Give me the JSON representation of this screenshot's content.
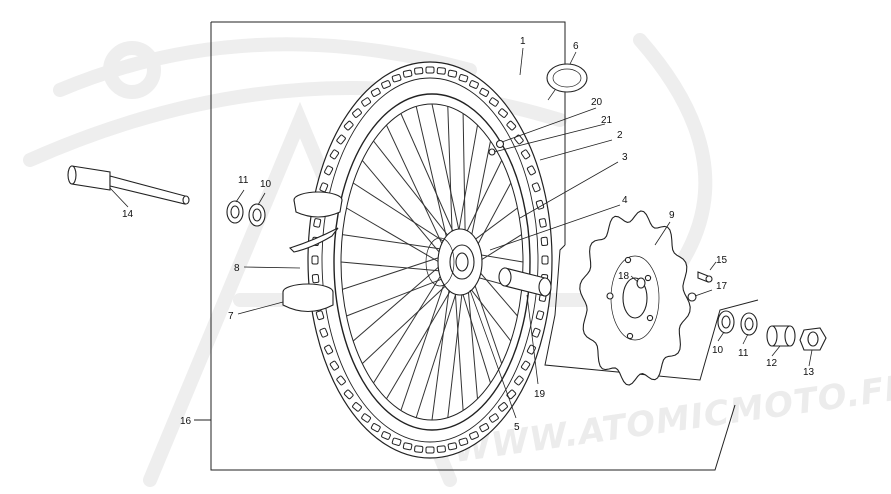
{
  "watermark": {
    "text": "WWW.ATOMICMOTO.FR"
  },
  "callouts": [
    {
      "id": "1",
      "label": "1"
    },
    {
      "id": "2",
      "label": "2"
    },
    {
      "id": "3",
      "label": "3"
    },
    {
      "id": "4",
      "label": "4"
    },
    {
      "id": "5",
      "label": "5"
    },
    {
      "id": "6",
      "label": "6"
    },
    {
      "id": "7",
      "label": "7"
    },
    {
      "id": "8",
      "label": "8"
    },
    {
      "id": "9",
      "label": "9"
    },
    {
      "id": "10a",
      "label": "10"
    },
    {
      "id": "11a",
      "label": "11"
    },
    {
      "id": "10b",
      "label": "10"
    },
    {
      "id": "11b",
      "label": "11"
    },
    {
      "id": "12",
      "label": "12"
    },
    {
      "id": "13",
      "label": "13"
    },
    {
      "id": "14",
      "label": "14"
    },
    {
      "id": "15",
      "label": "15"
    },
    {
      "id": "16",
      "label": "16"
    },
    {
      "id": "17",
      "label": "17"
    },
    {
      "id": "18",
      "label": "18"
    },
    {
      "id": "19",
      "label": "19"
    },
    {
      "id": "20",
      "label": "20"
    },
    {
      "id": "21",
      "label": "21"
    }
  ]
}
